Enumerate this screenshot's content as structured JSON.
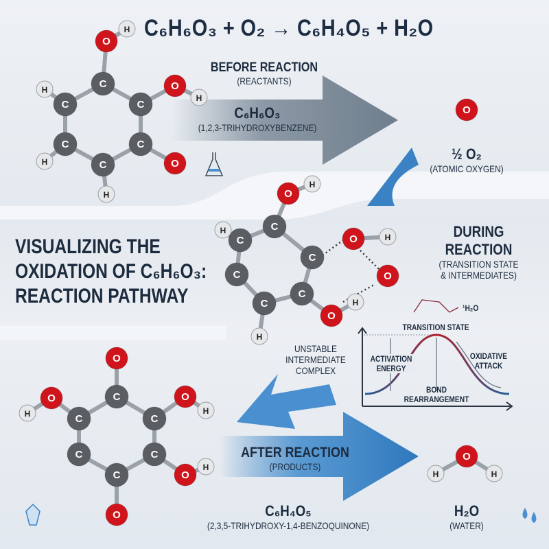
{
  "equation": "C₆H₆O₃ + O₂ → C₆H₄O₅ + H₂O",
  "title": {
    "line1": "VISUALIZING THE",
    "line2": "OXIDATION OF C₆H₆O₃:",
    "line3": "REACTION PATHWAY"
  },
  "before": {
    "heading": "BEFORE REACTION",
    "sub": "(REACTANTS)",
    "formula": "C₆H₆O₃",
    "name": "(1,2,3-TRIHYDROXYBENZENE)"
  },
  "oxygen": {
    "formula": "½ O₂",
    "name": "(ATOMIC OXYGEN)"
  },
  "during": {
    "line1": "DURING",
    "line2": "REACTION",
    "line3": "(TRANSITION STATE",
    "line4": "& INTERMEDIATES)"
  },
  "intermediate": {
    "line1": "UNSTABLE",
    "line2": "INTERMEDIATE",
    "line3": "COMPLEX"
  },
  "energy_diagram": {
    "transition_state": "TRANSITION STATE",
    "activation_1": "ACTIVATION",
    "activation_2": "ENERGY",
    "oxidative_1": "OXIDATIVE",
    "oxidative_2": "ATTACK",
    "bond_1": "BOND",
    "bond_2": "REARRANGEMENT",
    "water_tag": "¹H₂O"
  },
  "after": {
    "heading": "AFTER REACTION",
    "sub": "(PRODUCTS)",
    "formula": "C₆H₄O₅",
    "name": "(2,3,5-TRIHYDROXY-1,4-BENZOQUINONE)"
  },
  "water": {
    "formula": "H₂O",
    "name": "(WATER)"
  },
  "molecules": {
    "reactant_atoms": [
      "C",
      "C",
      "C",
      "C",
      "C",
      "C",
      "O",
      "H",
      "O",
      "H",
      "O",
      "H",
      "H",
      "H"
    ],
    "intermediate_atoms": [
      "C",
      "C",
      "C",
      "C",
      "C",
      "C",
      "O",
      "H",
      "O",
      "H",
      "H",
      "H",
      "O",
      "H",
      "O"
    ],
    "product_atoms": [
      "C",
      "C",
      "C",
      "C",
      "C",
      "C",
      "O",
      "O",
      "O",
      "H",
      "O",
      "H",
      "O",
      "H"
    ],
    "oxygen_atoms": [
      "O"
    ],
    "water_atoms": [
      "O",
      "H",
      "H"
    ]
  },
  "colors": {
    "carbon": "#5a5e63",
    "oxygen": "#d0141c",
    "hydrogen": "#e6e8ea",
    "arrow_grey": "#7d8b99",
    "arrow_blue": "#3b82c4",
    "curve_red": "#b3202a",
    "curve_blue": "#1f5f9a"
  }
}
